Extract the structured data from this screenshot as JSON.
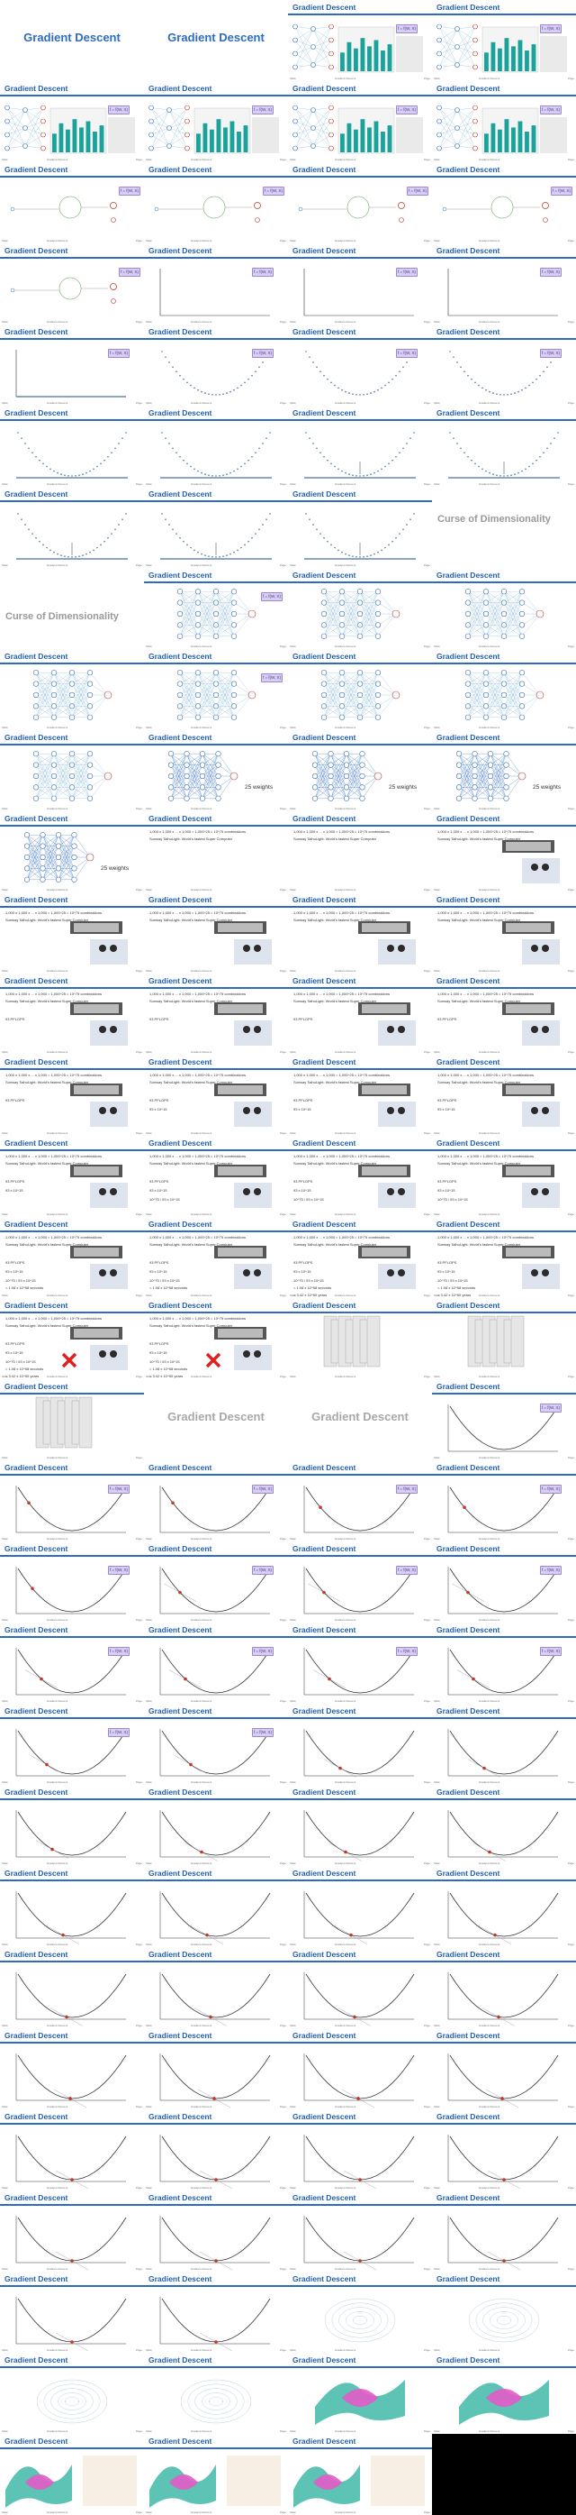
{
  "sheet": {
    "slide_title": "Gradient Descent",
    "cod_title": "Curse of Dimensionality",
    "weights_label": "25 weights",
    "badge_text": "f = f(W, X)",
    "footer_left": "Slide",
    "footer_center": "Gradient Descent",
    "footer_right": "Page",
    "combo_line_1": "1,000 x 1,000 x ... x 1,000 = 1,000^25 = 10^75 combinations",
    "combo_line_2": "Sunway TaihuLight: World's fastest Super Computer",
    "combo_line_3": "93 PFLOPS",
    "combo_line_4": "93 x 10^15",
    "combo_line_5": "10^75 / 93 x 10^15",
    "combo_line_6": "= 1.08 x 10^58 seconds",
    "combo_line_7": "= 3.42 x 10^50 years",
    "colors": {
      "title": "#1f5fb0",
      "accent": "#2e6cc4",
      "badge": "#d8cdf2",
      "curve": "#4a6fa5",
      "ball": "#c0392b"
    }
  },
  "tiles": [
    {
      "kind": "big",
      "title": "Gradient Descent"
    },
    {
      "kind": "big",
      "title": "Gradient Descent"
    },
    {
      "kind": "nnbar"
    },
    {
      "kind": "nnbar"
    },
    {
      "kind": "nnbar"
    },
    {
      "kind": "nnbar"
    },
    {
      "kind": "nnbar"
    },
    {
      "kind": "nnbar"
    },
    {
      "kind": "neuron"
    },
    {
      "kind": "neuron"
    },
    {
      "kind": "neuron"
    },
    {
      "kind": "neuron"
    },
    {
      "kind": "neuron"
    },
    {
      "kind": "axes"
    },
    {
      "kind": "axes"
    },
    {
      "kind": "axes"
    },
    {
      "kind": "flatline"
    },
    {
      "kind": "dots"
    },
    {
      "kind": "dots"
    },
    {
      "kind": "dots"
    },
    {
      "kind": "dotsfill"
    },
    {
      "kind": "dotsfill"
    },
    {
      "kind": "dotsbest"
    },
    {
      "kind": "dotsbest"
    },
    {
      "kind": "dotsbest"
    },
    {
      "kind": "dotsbest"
    },
    {
      "kind": "dotsbest"
    },
    {
      "kind": "cod"
    },
    {
      "kind": "cod"
    },
    {
      "kind": "nnbig"
    },
    {
      "kind": "nnbig"
    },
    {
      "kind": "nnbig"
    },
    {
      "kind": "nnbig"
    },
    {
      "kind": "nnbig"
    },
    {
      "kind": "nnbig"
    },
    {
      "kind": "nnbig"
    },
    {
      "kind": "nnbig"
    },
    {
      "kind": "nnw"
    },
    {
      "kind": "nnw"
    },
    {
      "kind": "nnw"
    },
    {
      "kind": "nnw"
    },
    {
      "kind": "text",
      "n": 2
    },
    {
      "kind": "text",
      "n": 2
    },
    {
      "kind": "textsc",
      "n": 2
    },
    {
      "kind": "textsc",
      "n": 2
    },
    {
      "kind": "textsc",
      "n": 2
    },
    {
      "kind": "textsc",
      "n": 2
    },
    {
      "kind": "textsc",
      "n": 2
    },
    {
      "kind": "textsc",
      "n": 3
    },
    {
      "kind": "textsc",
      "n": 3
    },
    {
      "kind": "textsc",
      "n": 3
    },
    {
      "kind": "textsc",
      "n": 3
    },
    {
      "kind": "textsc",
      "n": 3
    },
    {
      "kind": "textsc",
      "n": 4
    },
    {
      "kind": "textsc",
      "n": 4
    },
    {
      "kind": "textsc",
      "n": 4
    },
    {
      "kind": "textsc",
      "n": 4
    },
    {
      "kind": "textsc",
      "n": 5
    },
    {
      "kind": "textsc",
      "n": 5
    },
    {
      "kind": "textsc",
      "n": 5
    },
    {
      "kind": "textsc",
      "n": 6
    },
    {
      "kind": "textsc",
      "n": 6
    },
    {
      "kind": "textsc",
      "n": 7
    },
    {
      "kind": "textsc",
      "n": 7
    },
    {
      "kind": "textx",
      "n": 7
    },
    {
      "kind": "textx",
      "n": 7
    },
    {
      "kind": "stack"
    },
    {
      "kind": "stack"
    },
    {
      "kind": "stack"
    },
    {
      "kind": "biggray",
      "title": "Gradient Descent"
    },
    {
      "kind": "biggray",
      "title": "Gradient Descent"
    },
    {
      "kind": "curve",
      "s": 0
    },
    {
      "kind": "curve",
      "s": 1
    },
    {
      "kind": "curve",
      "s": 1
    },
    {
      "kind": "curve",
      "s": 2
    },
    {
      "kind": "curve",
      "s": 2
    },
    {
      "kind": "curve",
      "s": 2
    },
    {
      "kind": "curve",
      "s": 3
    },
    {
      "kind": "curve",
      "s": 3
    },
    {
      "kind": "curve",
      "s": 3
    },
    {
      "kind": "curve",
      "s": 4
    },
    {
      "kind": "curve",
      "s": 4
    },
    {
      "kind": "curve",
      "s": 4
    },
    {
      "kind": "curve",
      "s": 4
    },
    {
      "kind": "curve",
      "s": 5
    },
    {
      "kind": "curve",
      "s": 5
    },
    {
      "kind": "curve",
      "s": 6
    },
    {
      "kind": "curve",
      "s": 6
    },
    {
      "kind": "curve",
      "s": 6
    },
    {
      "kind": "curve",
      "s": 7
    },
    {
      "kind": "curve",
      "s": 7
    },
    {
      "kind": "curve",
      "s": 7
    },
    {
      "kind": "curve",
      "s": 8
    },
    {
      "kind": "curve",
      "s": 8
    },
    {
      "kind": "curve",
      "s": 8
    },
    {
      "kind": "curve",
      "s": 8
    },
    {
      "kind": "curve",
      "s": 9
    },
    {
      "kind": "curve",
      "s": 9
    },
    {
      "kind": "curve",
      "s": 9
    },
    {
      "kind": "curve",
      "s": 9
    },
    {
      "kind": "curve",
      "s": 10
    },
    {
      "kind": "curve",
      "s": 10
    },
    {
      "kind": "curve",
      "s": 10
    },
    {
      "kind": "curve",
      "s": 10
    },
    {
      "kind": "curve",
      "s": 11
    },
    {
      "kind": "curve",
      "s": 11
    },
    {
      "kind": "curve",
      "s": 11
    },
    {
      "kind": "curve",
      "s": 11
    },
    {
      "kind": "curve",
      "s": 12
    },
    {
      "kind": "curve",
      "s": 12
    },
    {
      "kind": "curve",
      "s": 12
    },
    {
      "kind": "curve",
      "s": 12
    },
    {
      "kind": "curve",
      "s": 13
    },
    {
      "kind": "curve",
      "s": 13
    },
    {
      "kind": "contour"
    },
    {
      "kind": "contour"
    },
    {
      "kind": "contour"
    },
    {
      "kind": "contour"
    },
    {
      "kind": "surf3d"
    },
    {
      "kind": "surf3d"
    },
    {
      "kind": "surfpair"
    },
    {
      "kind": "surfpair"
    },
    {
      "kind": "surfpair"
    },
    {
      "kind": "blank"
    }
  ]
}
